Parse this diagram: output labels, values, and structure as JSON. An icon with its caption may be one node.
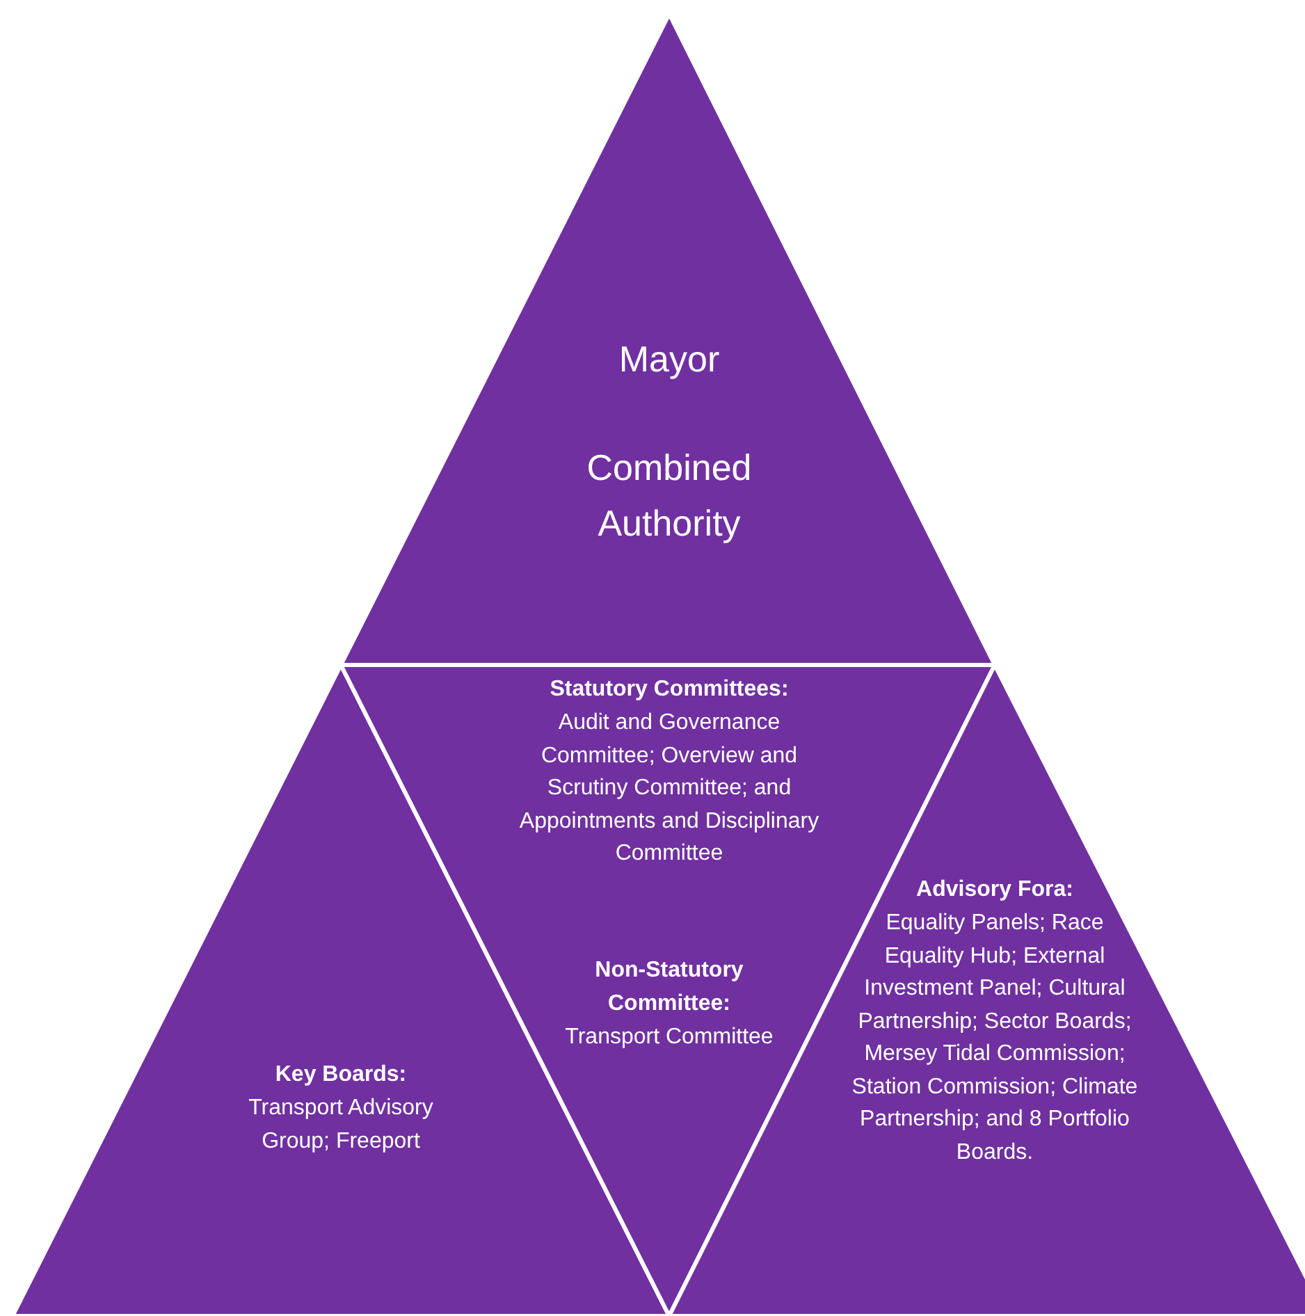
{
  "diagram": {
    "nodes": [
      {
        "text": [
          "Mayor",
          "Combined Authority"
        ]
      },
      {
        "text": [
          "Key Boards:",
          "Transport Advisory Group; Freeport"
        ]
      },
      {
        "text": [
          "Statutory Committees:",
          "Audit and Governance Committee; Overview and Scrutiny Committee; and Appointments and Disciplinary Committee",
          "Non-Statutory Committee:",
          "Transport Committee"
        ]
      },
      {
        "text": [
          "Advisory Fora:",
          "Equality Panels; Race Equality Hub; External Investment Panel; Cultural Partnership; Sector Boards; Mersey Tidal Commission; Station Commission; Climate Partnership; and 8 Portfolio Boards."
        ]
      }
    ]
  }
}
